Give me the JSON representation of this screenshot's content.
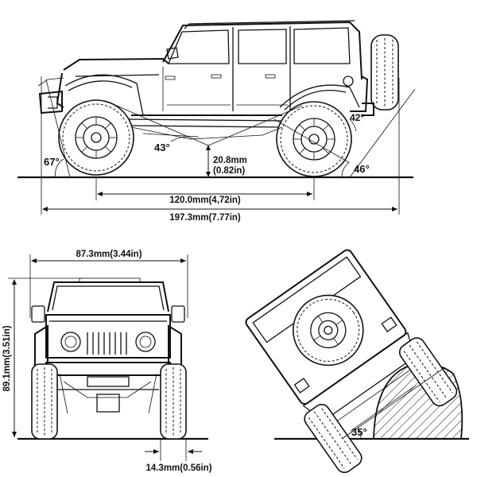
{
  "side_view": {
    "approach_angle": "67°",
    "front_overhang_angle": "43°",
    "departure_angle": "46°",
    "rear_ramp_angle": "42°",
    "ground_clearance": "20.8mm",
    "ground_clearance_in": "(0.82in)",
    "wheelbase": "120.0mm(4,72in)",
    "overall_length": "197.3mm(7.77in)"
  },
  "front_view": {
    "width": "87.3mm(3.44in)",
    "height": "89.1mm(3.51in)",
    "tire_width": "14.3mm(0.56in)"
  },
  "tilt_view": {
    "tilt_angle": "35°"
  }
}
